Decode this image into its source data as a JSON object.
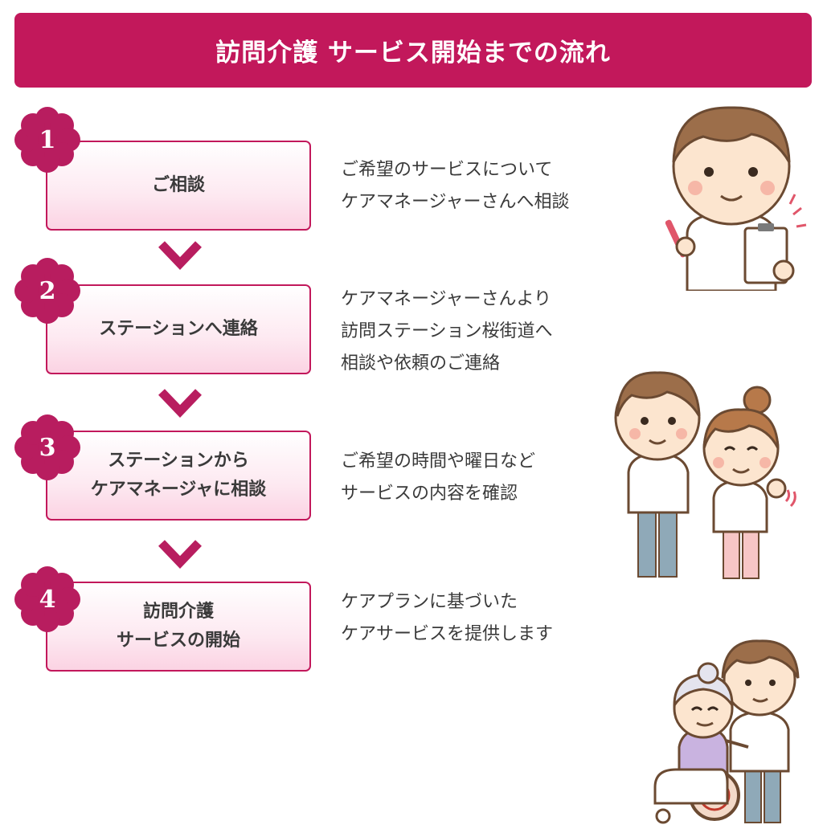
{
  "header": {
    "title": "訪問介護 サービス開始までの流れ"
  },
  "colors": {
    "accent": "#c2185b",
    "box_gradient_end": "#fbd3e3",
    "text": "#3a3a3a"
  },
  "steps": [
    {
      "number": "1",
      "label": "ご相談",
      "description": "ご希望のサービスについて\nケアマネージャーさんへ相談"
    },
    {
      "number": "2",
      "label": "ステーションへ連絡",
      "description": "ケアマネージャーさんより\n訪問ステーション桜街道へ\n相談や依頼のご連絡"
    },
    {
      "number": "3",
      "label": "ステーションから\nケアマネージャに相談",
      "description": "ご希望の時間や曜日など\nサービスの内容を確認"
    },
    {
      "number": "4",
      "label": "訪問介護\nサービスの開始",
      "description": "ケアプランに基づいた\nケアサービスを提供します"
    }
  ],
  "illustrations": [
    {
      "icon": "caregiver-with-clipboard-icon"
    },
    {
      "icon": "caregiver-pair-waving-icon"
    },
    {
      "icon": "caregiver-pushing-wheelchair-icon"
    }
  ]
}
